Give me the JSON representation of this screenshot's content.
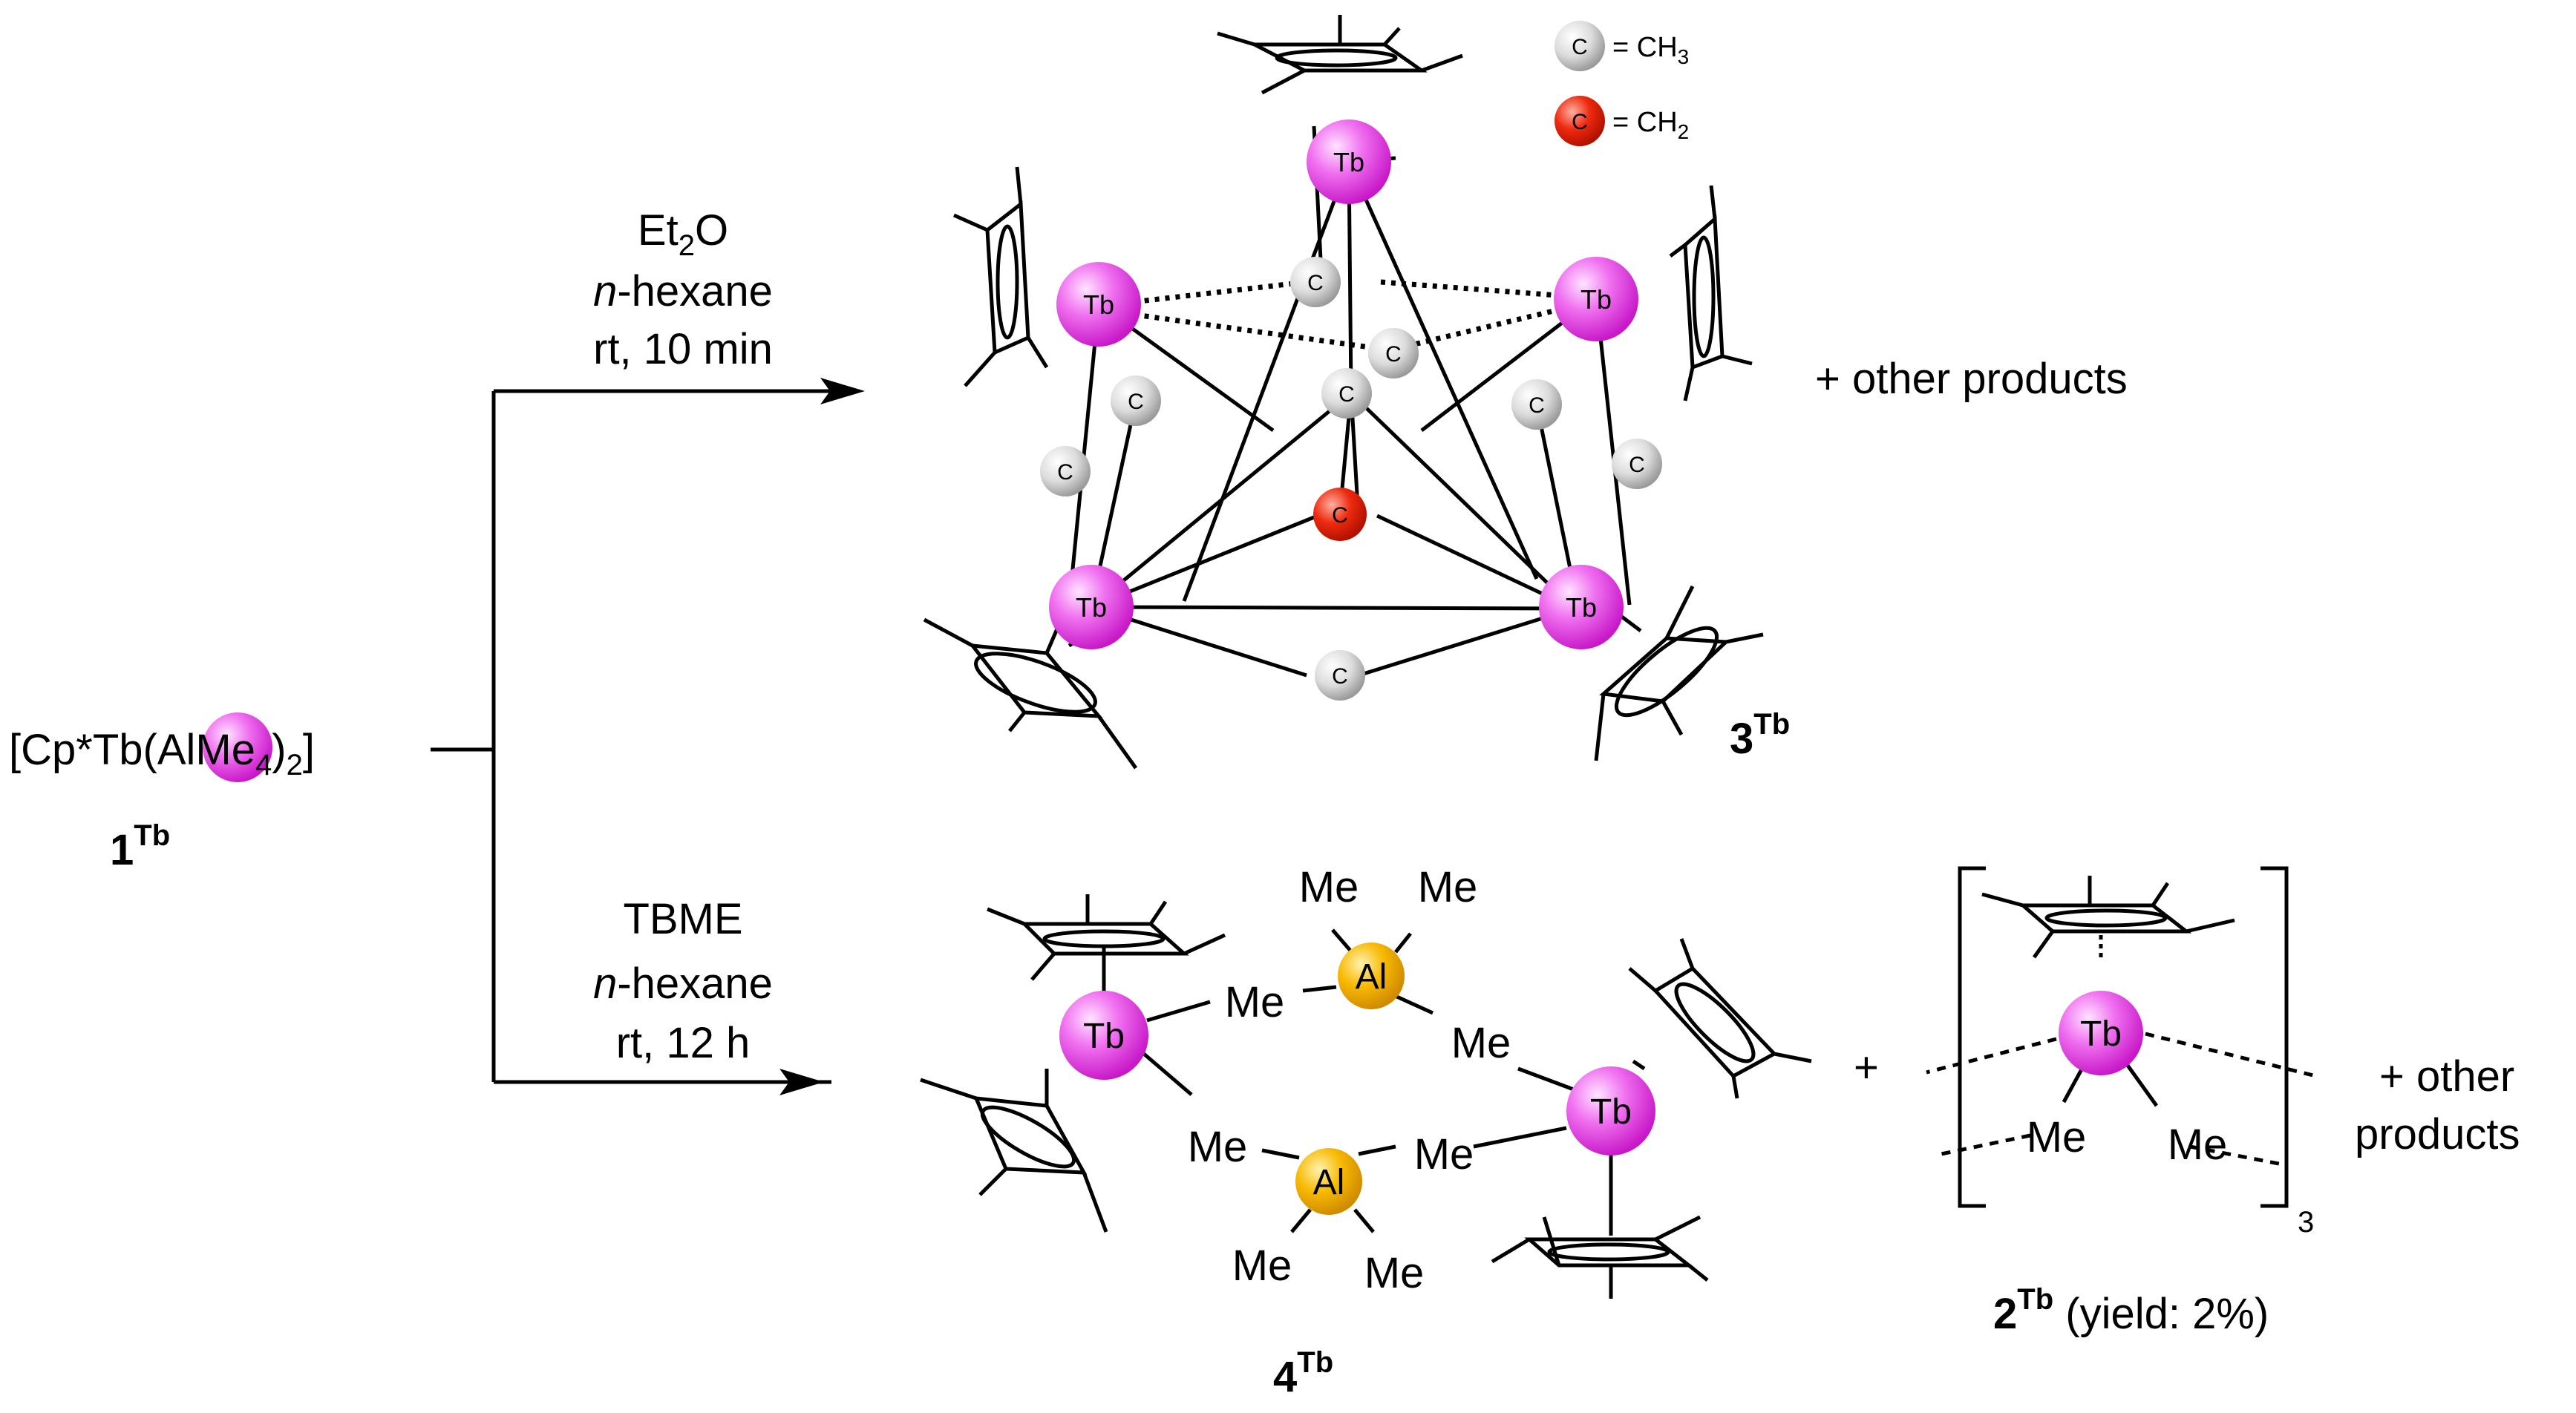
{
  "colors": {
    "tb": "#ee44ee",
    "tb_edge": "#c020c0",
    "ch3": "#d9d9d9",
    "ch2": "#ee2200",
    "al": "#f5b800",
    "ink": "#000000"
  },
  "legend": {
    "c_symbol": "C",
    "ch3_eq": "= CH",
    "ch3_sub": "3",
    "ch2_eq": "= CH",
    "ch2_sub": "2"
  },
  "atoms": {
    "tb": "Tb",
    "c": "C",
    "al": "Al",
    "me": "Me"
  },
  "reactant": {
    "formula_pre": "[Cp*",
    "formula_mid": "Tb(AlMe",
    "formula_sub": "4",
    "formula_post": ")",
    "formula_sub2": "2",
    "formula_close": "]",
    "label_num": "1",
    "label_sup": "Tb"
  },
  "route_top": {
    "solvent1_pre": "Et",
    "solvent1_sub": "2",
    "solvent1_post": "O",
    "solvent2_prefix": "n",
    "solvent2_rest": "-hexane",
    "conditions": "rt, 10 min",
    "product_num": "3",
    "product_sup": "Tb",
    "other": "+ other products"
  },
  "route_bottom": {
    "solvent1": "TBME",
    "solvent2_prefix": "n",
    "solvent2_rest": "-hexane",
    "conditions": "rt, 12 h",
    "product_num": "4",
    "product_sup": "Tb",
    "plus": "+",
    "polymer_sub": "3",
    "product2_num": "2",
    "product2_sup": "Tb",
    "product2_yield": " (yield: 2%)",
    "other_line1": "+ other",
    "other_line2": "products"
  }
}
